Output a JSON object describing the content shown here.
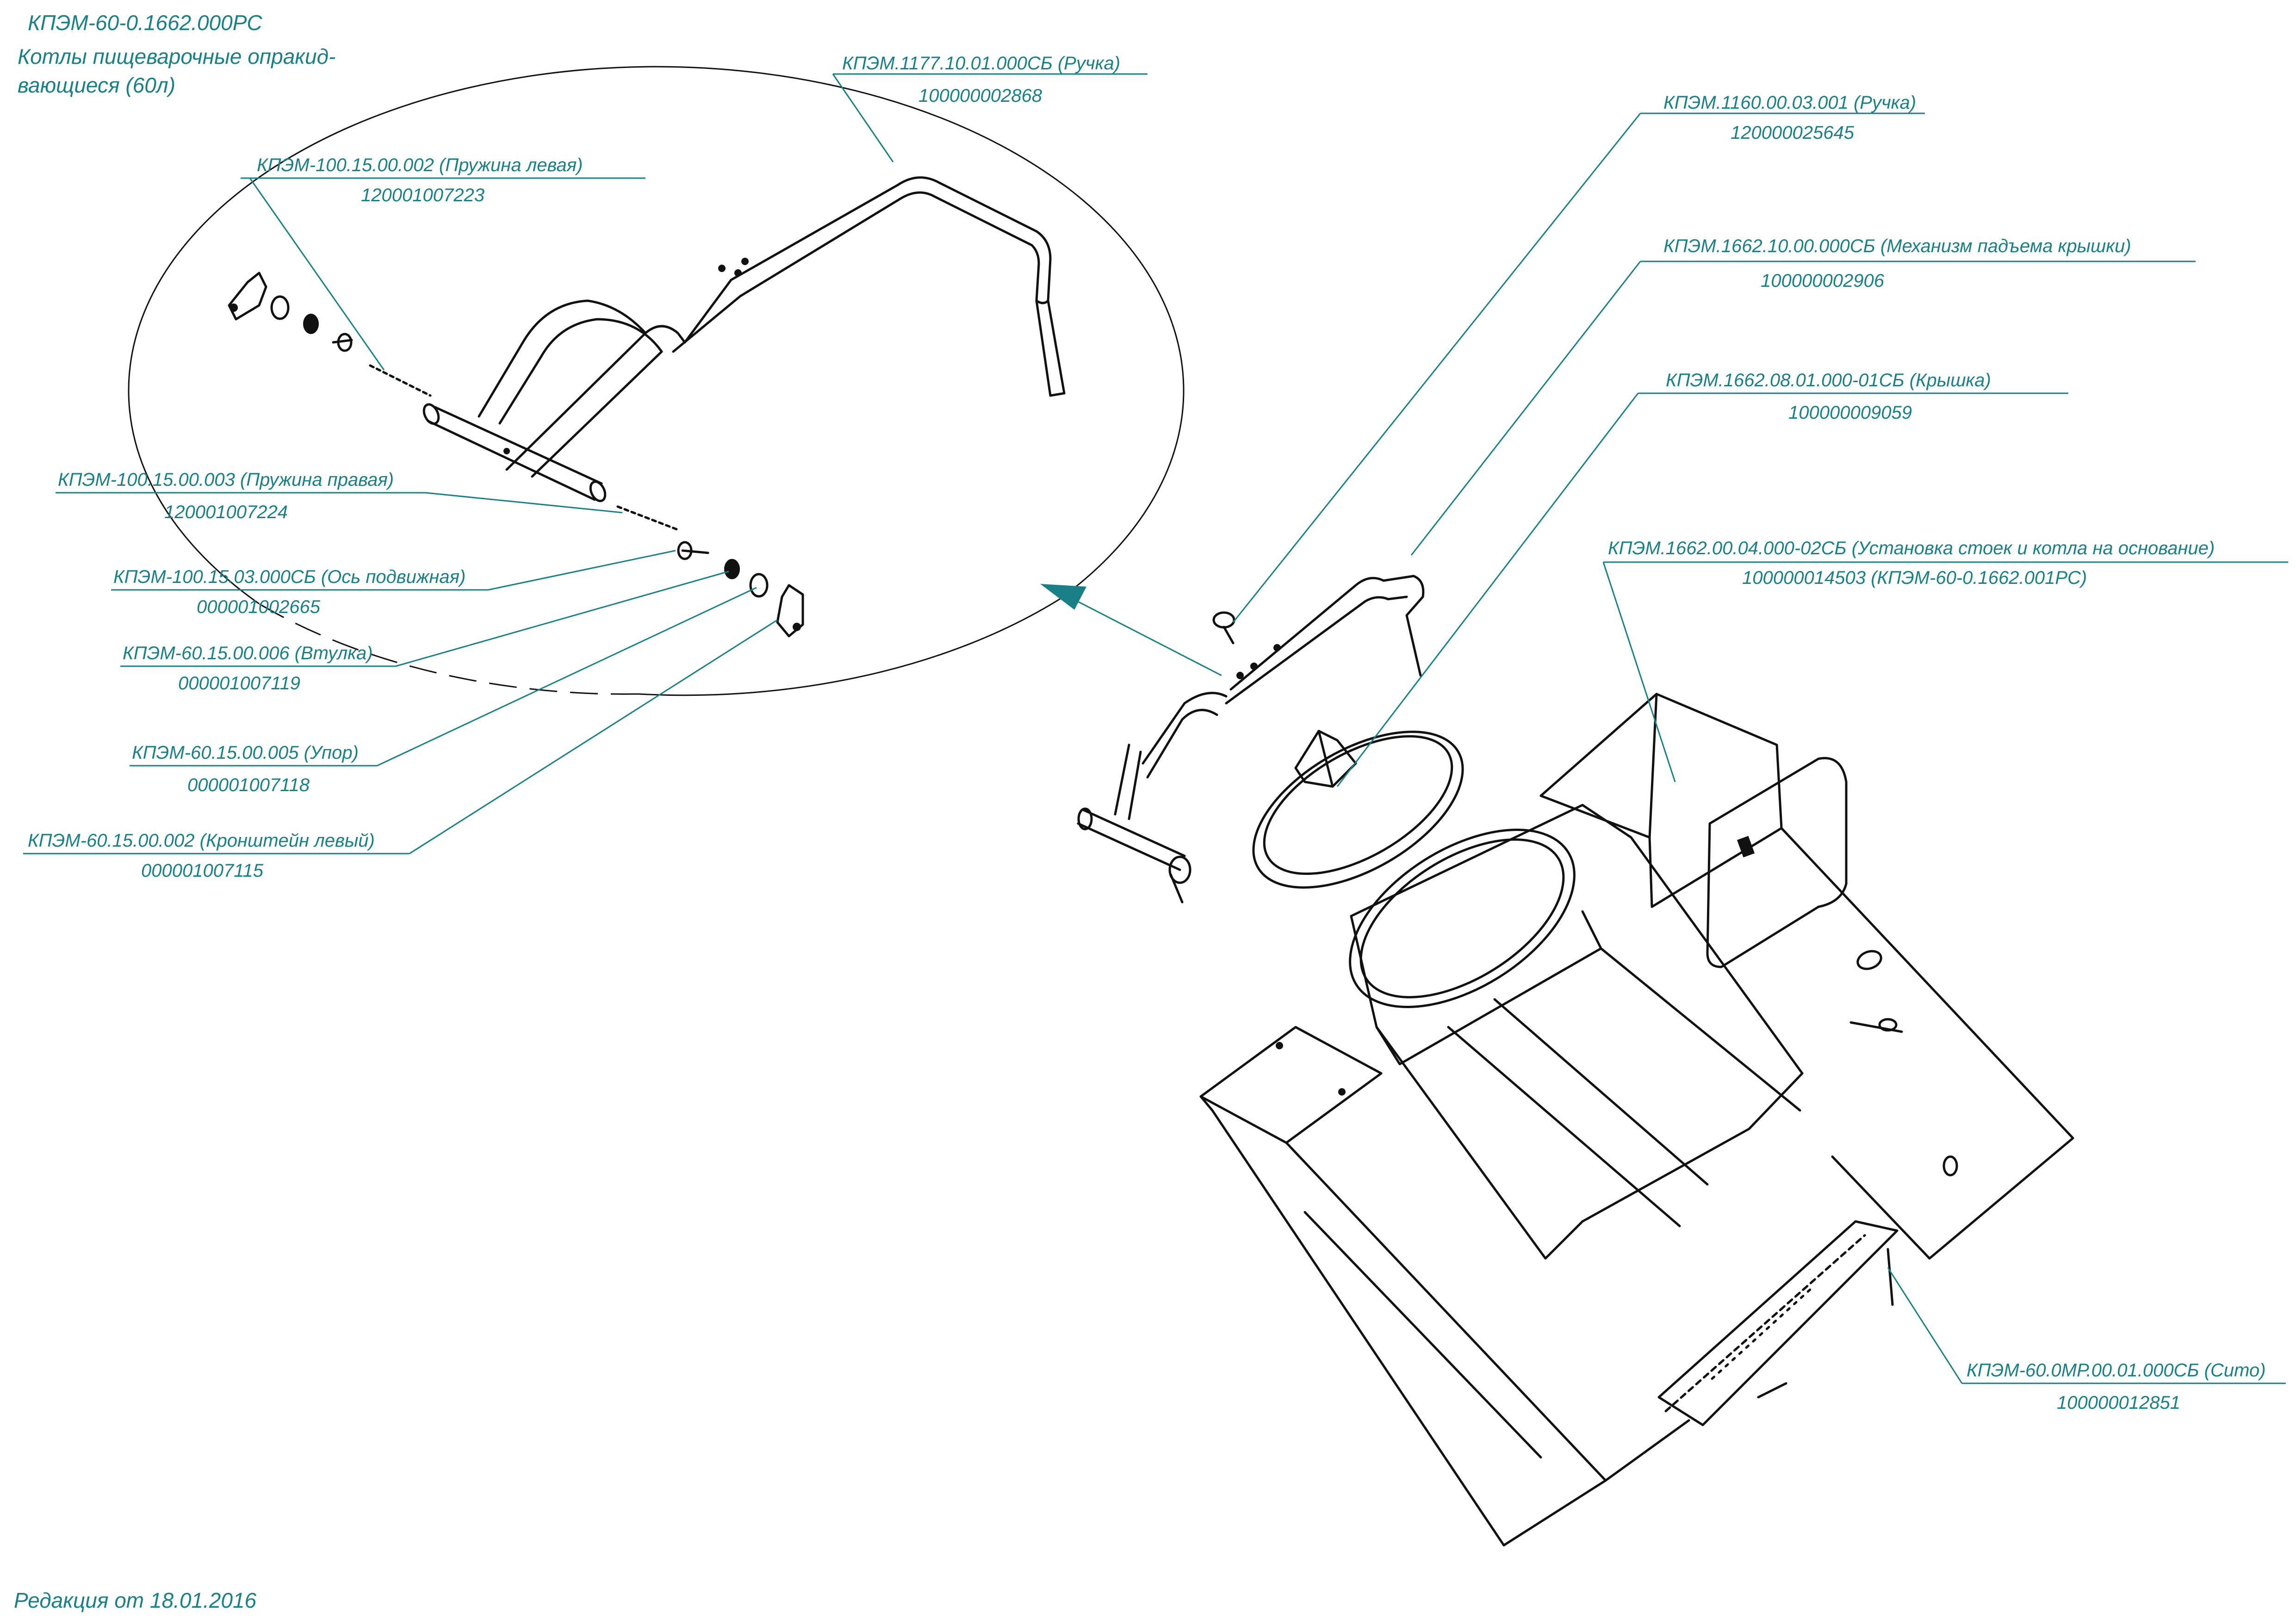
{
  "sheet": {
    "title_lines": [
      "КПЭМ-60-0.1662.000РС",
      "Котлы пищеварочные опракид-",
      "вающиеся (60л)"
    ],
    "revision": "Редакция от 18.01.2016",
    "accent_color": "#1a7f86",
    "line_color": "#111111"
  },
  "callouts": [
    {
      "id": "ruchka-1177",
      "name": "КПЭМ.1177.10.01.000СБ (Ручка)",
      "code": "100000002868"
    },
    {
      "id": "spring-left",
      "name": "КПЭМ-100.15.00.002 (Пружина левая)",
      "code": "120001007223"
    },
    {
      "id": "ruchka-1160",
      "name": "КПЭМ.1160.00.03.001 (Ручка)",
      "code": "120000025645"
    },
    {
      "id": "lift-mech",
      "name": "КПЭМ.1662.10.00.000СБ (Механизм падъема крышки)",
      "code": "100000002906"
    },
    {
      "id": "lid",
      "name": "КПЭМ.1662.08.01.000-01СБ (Крышка)",
      "code": "100000009059"
    },
    {
      "id": "spring-right",
      "name": "КПЭМ-100.15.00.003 (Пружина правая)",
      "code": "120001007224"
    },
    {
      "id": "axle",
      "name": "КПЭМ-100.15.03.000СБ (Ось подвижная)",
      "code": "000001002665"
    },
    {
      "id": "base-assembly",
      "name": "КПЭМ.1662.00.04.000-02СБ (Установка стоек и котла на основание)",
      "code": "100000014503 (КПЭМ-60-0.1662.001РС)"
    },
    {
      "id": "bushing",
      "name": "КПЭМ-60.15.00.006 (Втулка)",
      "code": "000001007119"
    },
    {
      "id": "stop",
      "name": "КПЭМ-60.15.00.005 (Упор)",
      "code": "000001007118"
    },
    {
      "id": "bracket-left",
      "name": "КПЭМ-60.15.00.002 (Кронштейн левый)",
      "code": "000001007115"
    },
    {
      "id": "sieve",
      "name": "КПЭМ-60.0МР.00.01.000СБ (Сито)",
      "code": "100000012851"
    }
  ]
}
